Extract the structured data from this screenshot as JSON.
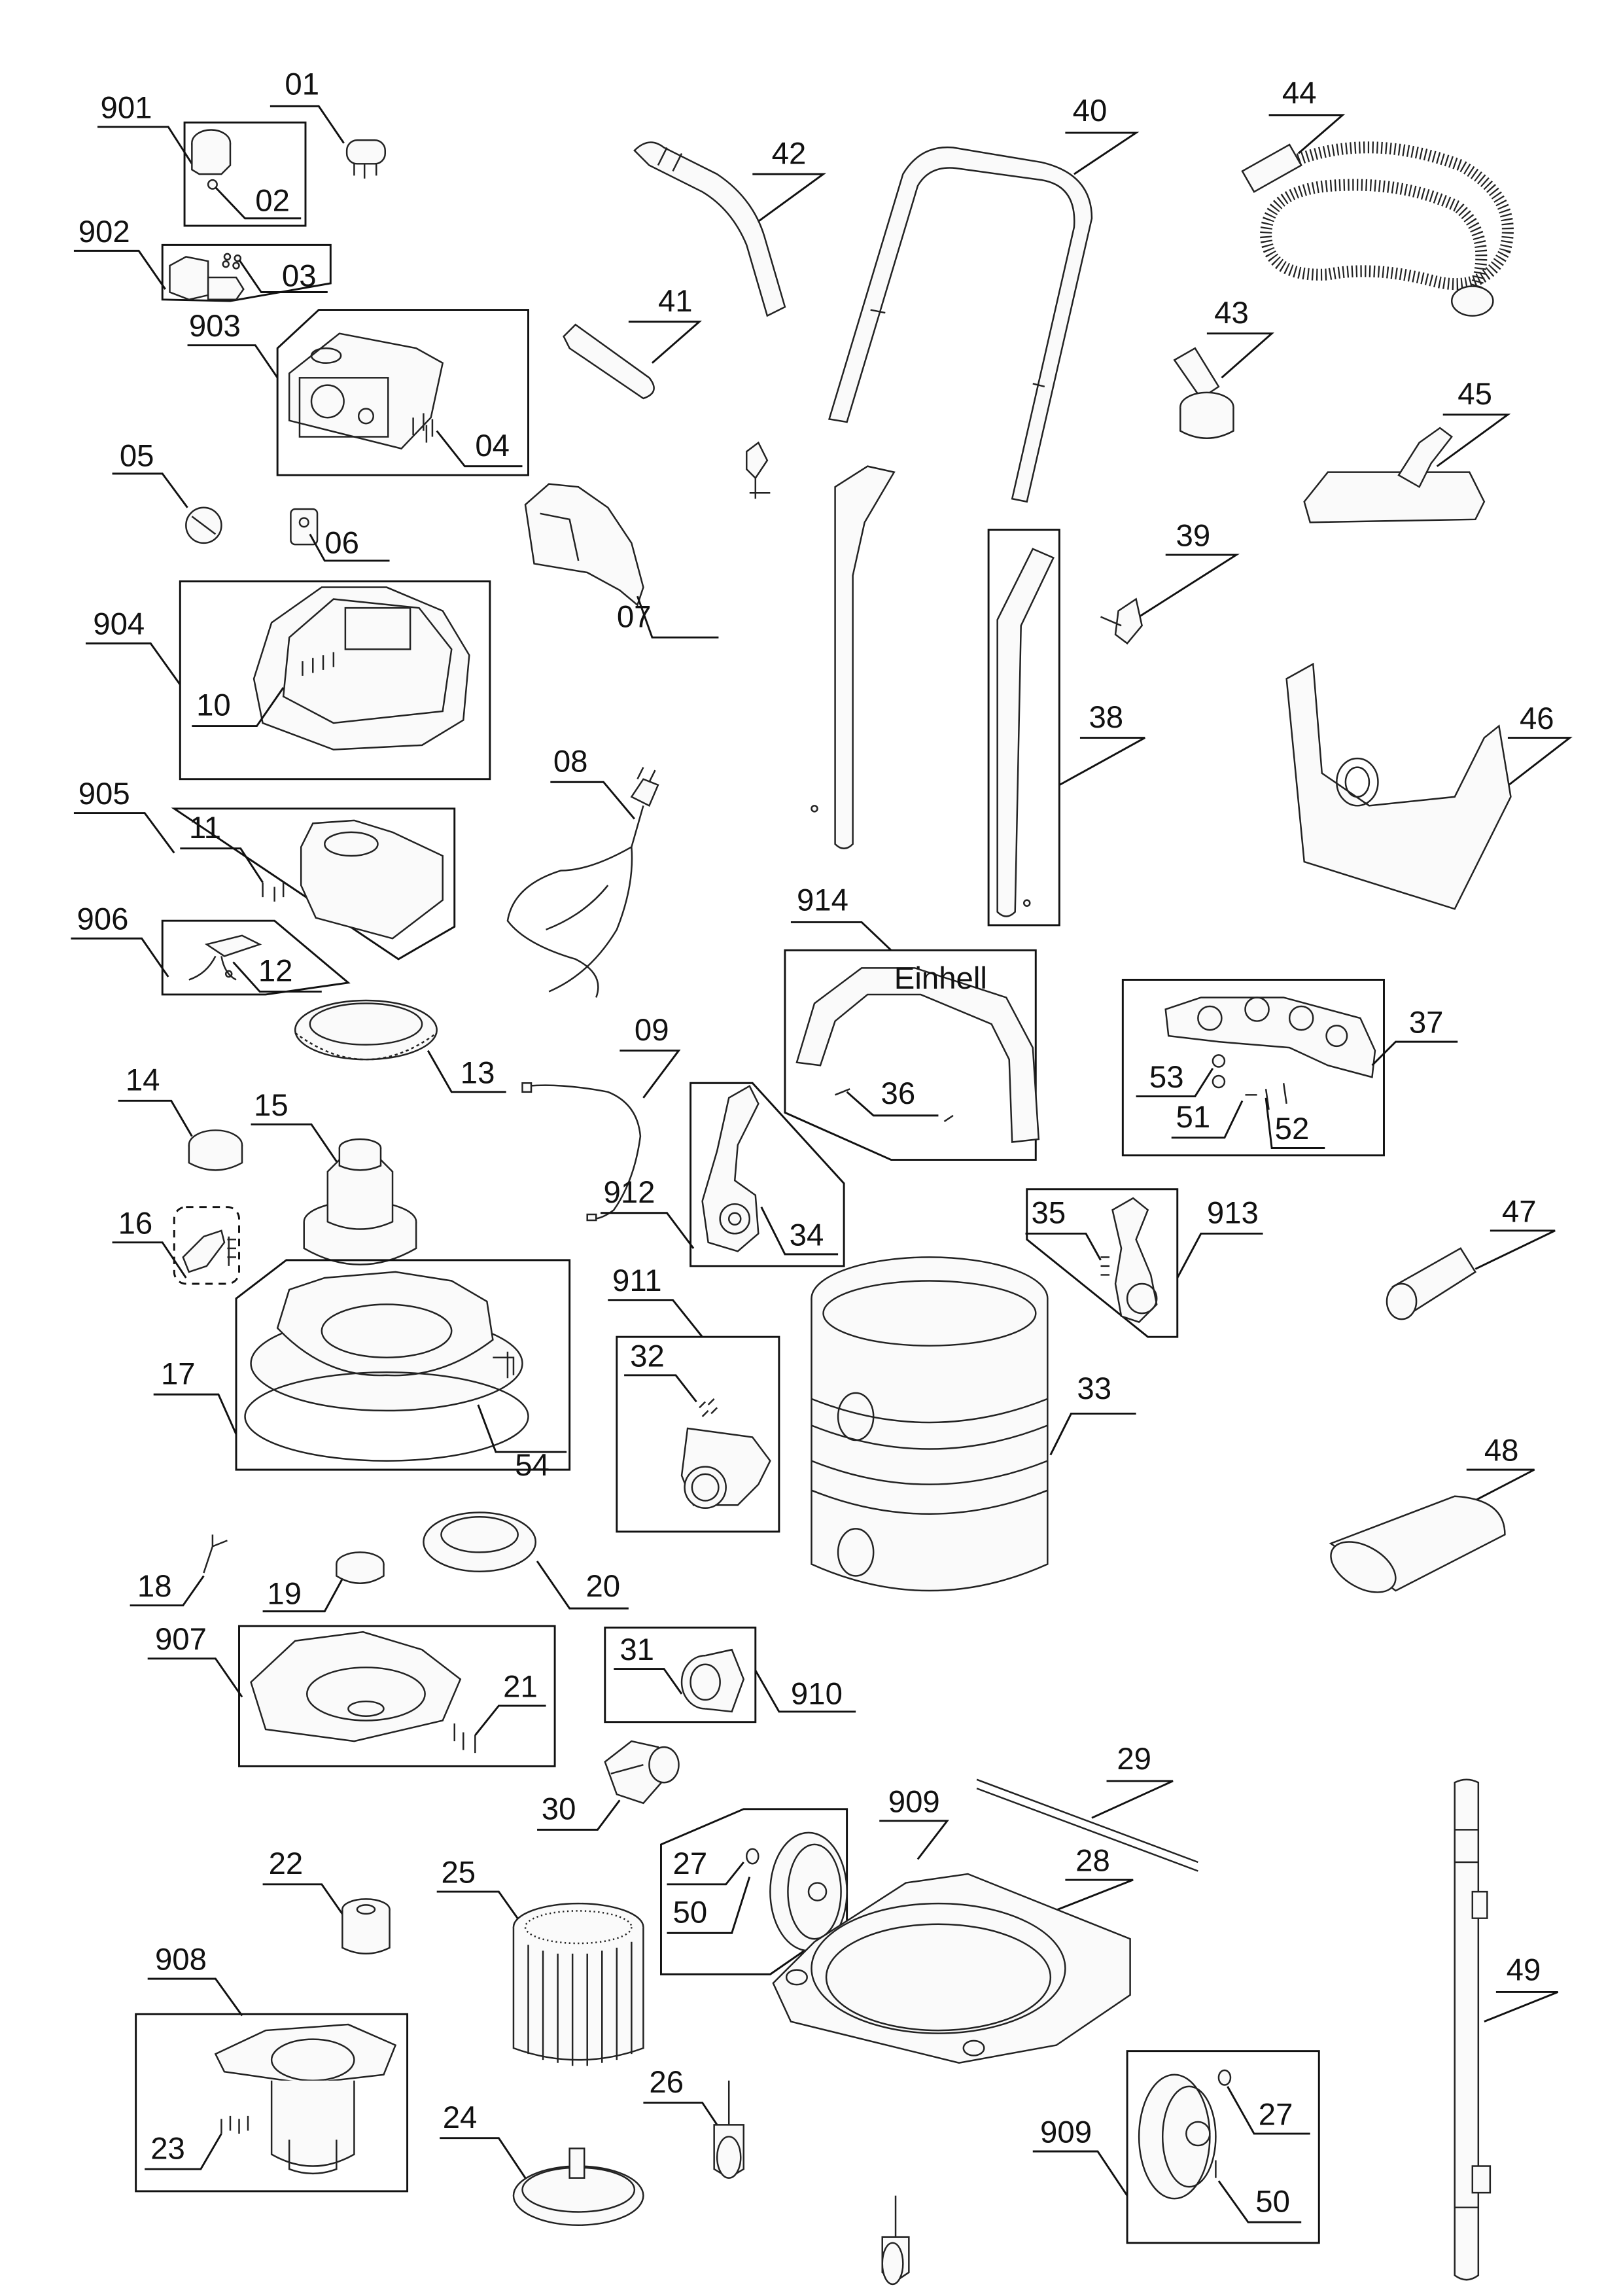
{
  "diagram": {
    "type": "exploded-parts-diagram",
    "subject": "wet/dry vacuum cleaner",
    "brand_mark_on_handle": "Einhell",
    "parts": [
      "01",
      "02",
      "03",
      "04",
      "05",
      "06",
      "07",
      "08",
      "09",
      "10",
      "11",
      "12",
      "13",
      "14",
      "15",
      "16",
      "17",
      "18",
      "19",
      "20",
      "21",
      "22",
      "23",
      "24",
      "25",
      "26",
      "27",
      "28",
      "29",
      "30",
      "31",
      "32",
      "33",
      "34",
      "35",
      "36",
      "37",
      "38",
      "39",
      "40",
      "41",
      "42",
      "43",
      "44",
      "45",
      "46",
      "47",
      "48",
      "49",
      "50",
      "51",
      "52",
      "53",
      "54"
    ],
    "assemblies": [
      "901",
      "902",
      "903",
      "904",
      "905",
      "906",
      "907",
      "908",
      "909",
      "910",
      "911",
      "912",
      "913",
      "914"
    ],
    "labels": {
      "p01": "01",
      "p02": "02",
      "p03": "03",
      "p04": "04",
      "p05": "05",
      "p06": "06",
      "p07": "07",
      "p08": "08",
      "p09": "09",
      "p10": "10",
      "p11": "11",
      "p12": "12",
      "p13": "13",
      "p14": "14",
      "p15": "15",
      "p16": "16",
      "p17": "17",
      "p18": "18",
      "p19": "19",
      "p20": "20",
      "p21": "21",
      "p22": "22",
      "p23": "23",
      "p24": "24",
      "p25": "25",
      "p26": "26",
      "p27a": "27",
      "p27b": "27",
      "p28": "28",
      "p29": "29",
      "p30": "30",
      "p31": "31",
      "p32": "32",
      "p33": "33",
      "p34": "34",
      "p35": "35",
      "p36": "36",
      "p37": "37",
      "p38": "38",
      "p39": "39",
      "p40": "40",
      "p41": "41",
      "p42": "42",
      "p43": "43",
      "p44": "44",
      "p45": "45",
      "p46": "46",
      "p47": "47",
      "p48": "48",
      "p49": "49",
      "p50a": "50",
      "p50b": "50",
      "p51": "51",
      "p52": "52",
      "p53": "53",
      "p54": "54",
      "a901": "901",
      "a902": "902",
      "a903": "903",
      "a904": "904",
      "a905": "905",
      "a906": "906",
      "a907": "907",
      "a908": "908",
      "a909a": "909",
      "a909b": "909",
      "a910": "910",
      "a911": "911",
      "a912": "912",
      "a913": "913",
      "a914": "914"
    }
  }
}
